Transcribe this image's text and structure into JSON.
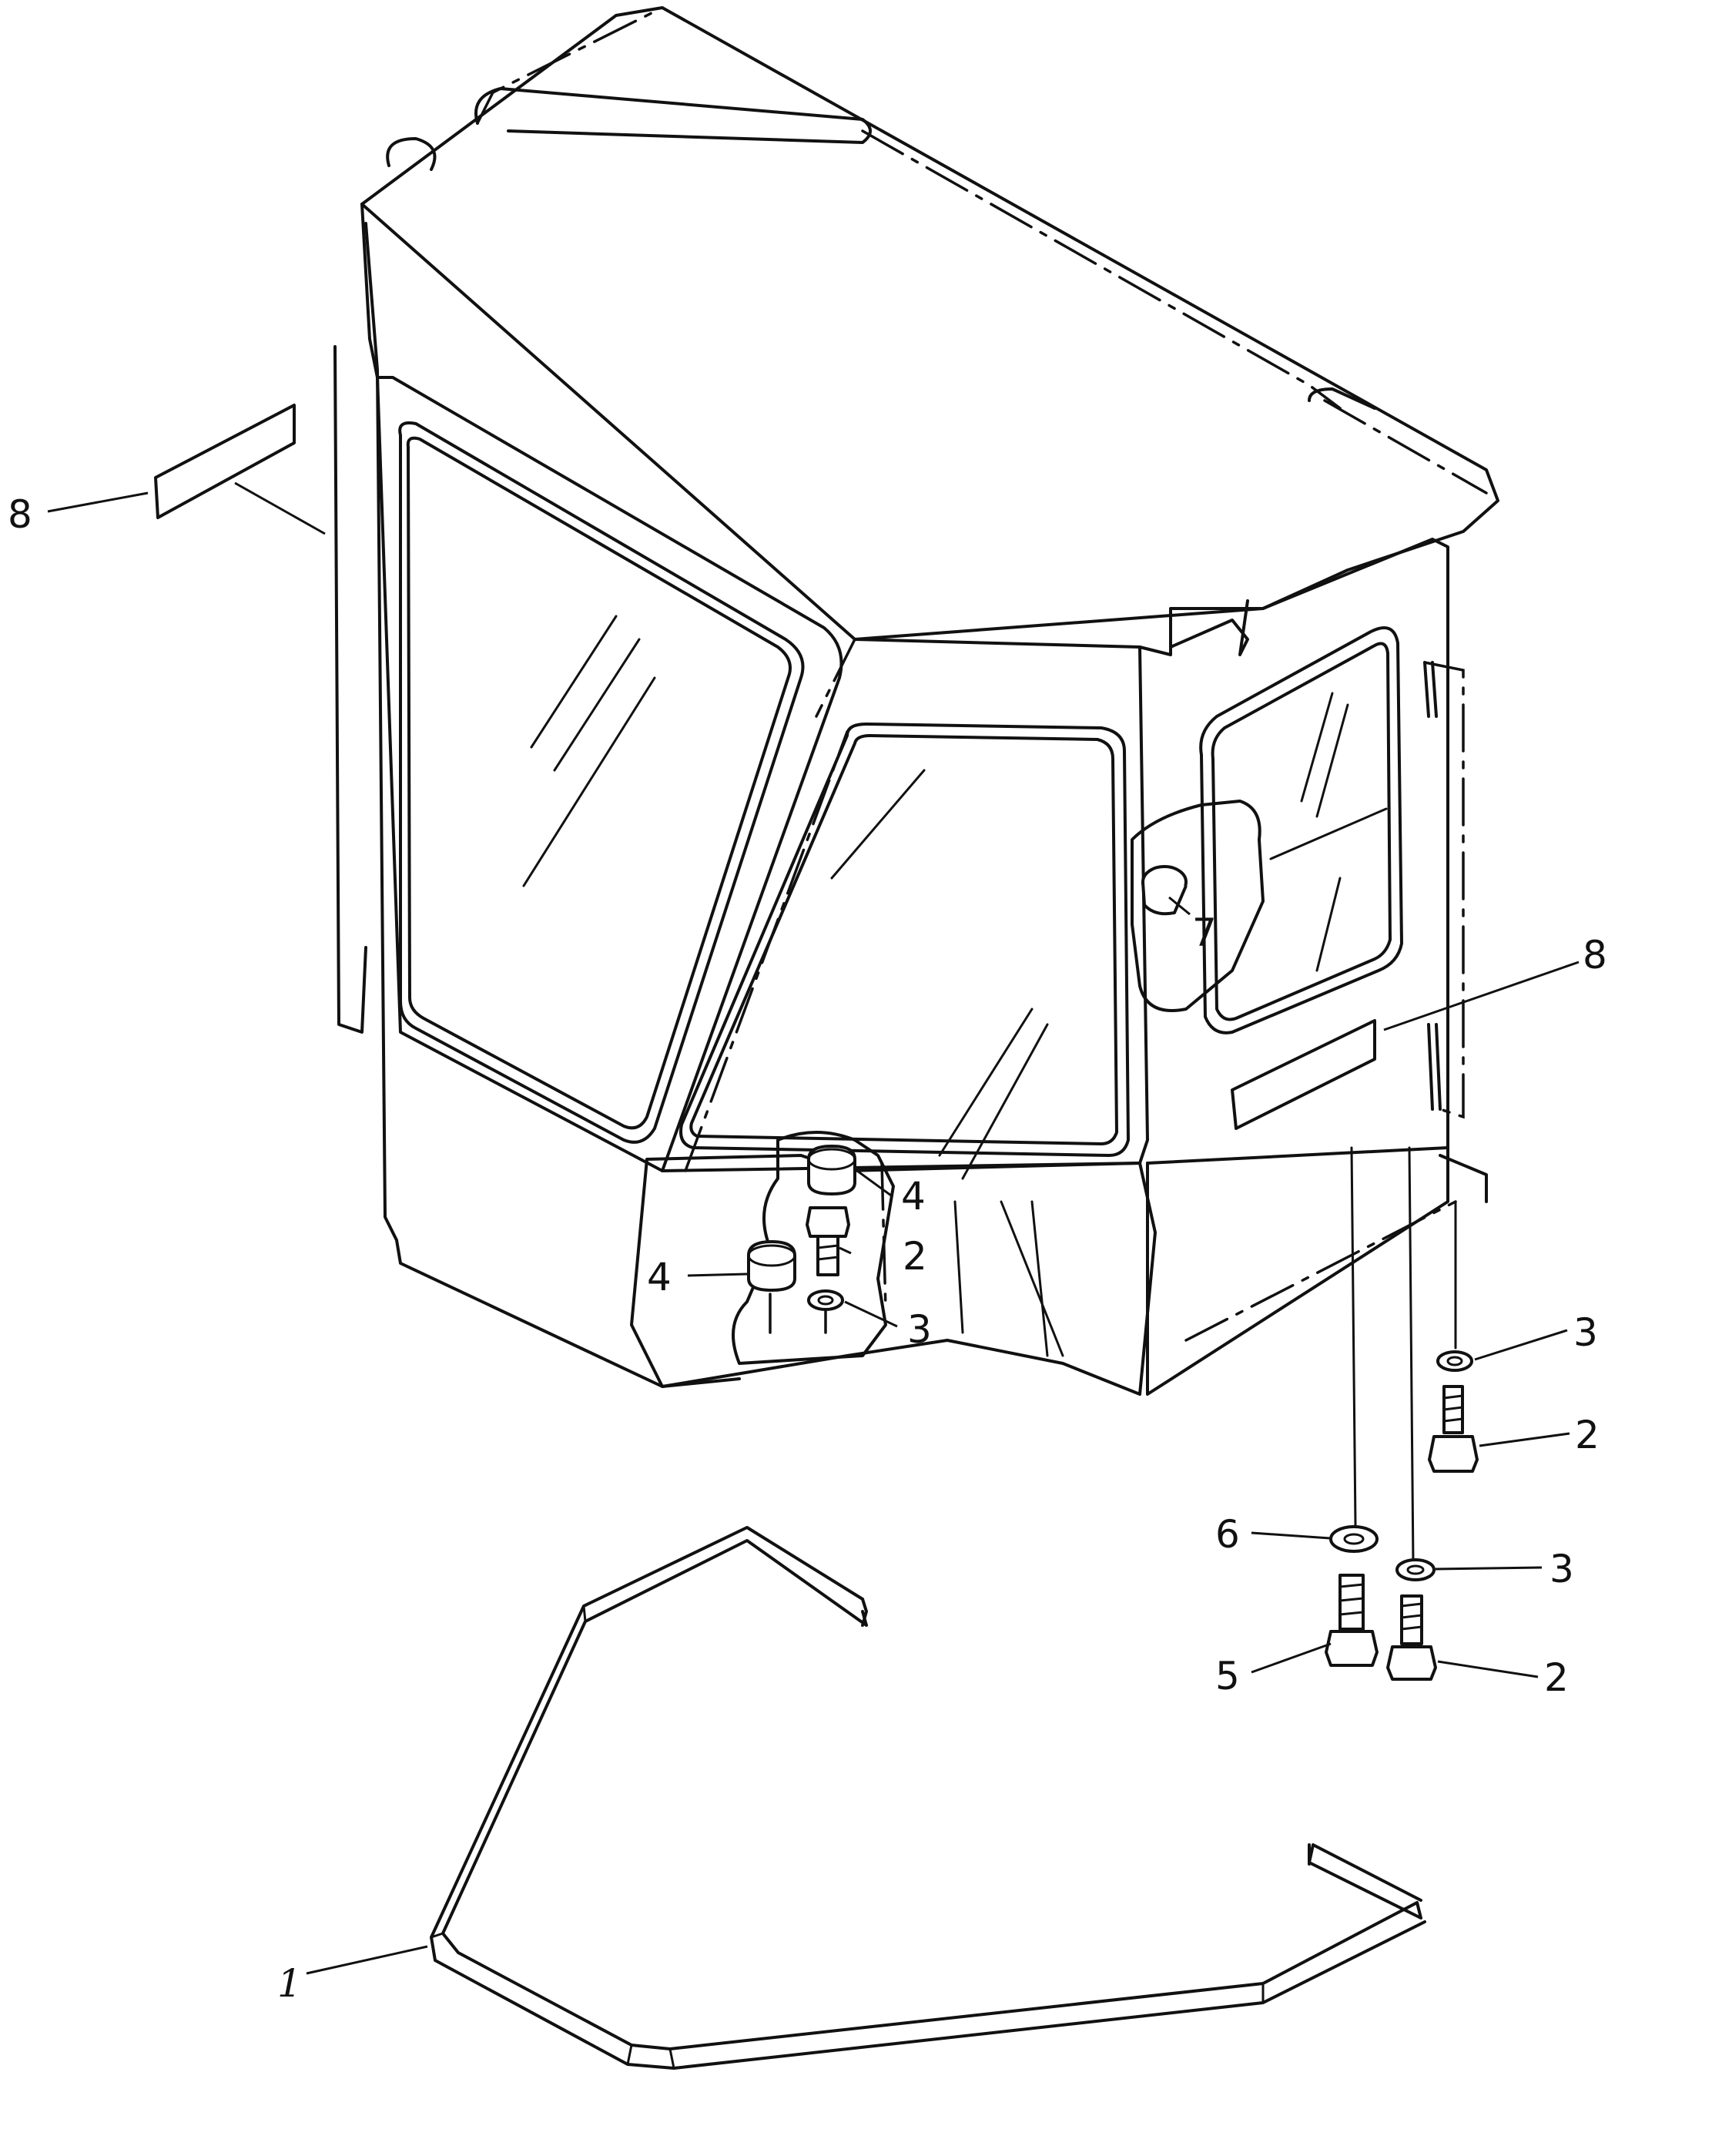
{
  "callouts": {
    "c1": "1",
    "c2a": "2",
    "c2b": "2",
    "c2c": "2",
    "c3a": "3",
    "c3b": "3",
    "c3c": "3",
    "c4a": "4",
    "c4b": "4",
    "c5": "5",
    "c6": "6",
    "c7": "7",
    "c8a": "8",
    "c8b": "8"
  }
}
